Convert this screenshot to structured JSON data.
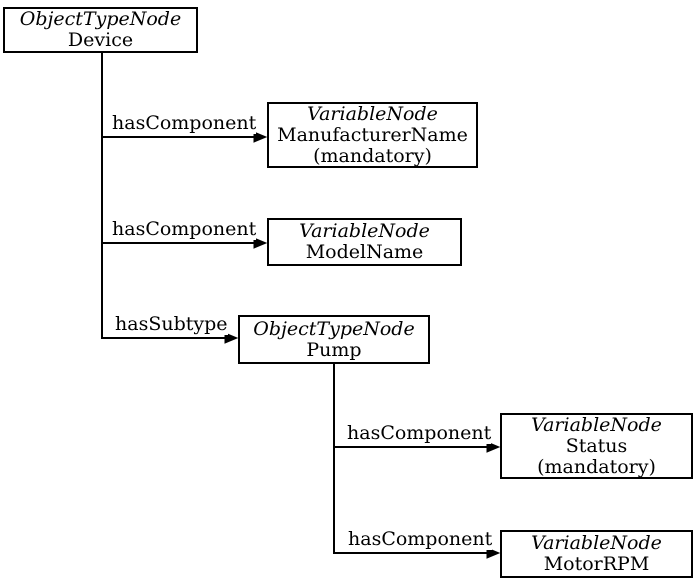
{
  "diagram": {
    "background_color": "#ffffff",
    "line_color": "#000000",
    "text_color": "#000000",
    "nodes": [
      {
        "id": "device",
        "type_label": "ObjectTypeNode",
        "name": "Device",
        "annotation": ""
      },
      {
        "id": "manufacturer-name",
        "type_label": "VariableNode",
        "name": "ManufacturerName",
        "annotation": "(mandatory)"
      },
      {
        "id": "model-name",
        "type_label": "VariableNode",
        "name": "ModelName",
        "annotation": ""
      },
      {
        "id": "pump",
        "type_label": "ObjectTypeNode",
        "name": "Pump",
        "annotation": ""
      },
      {
        "id": "status",
        "type_label": "VariableNode",
        "name": "Status",
        "annotation": "(mandatory)"
      },
      {
        "id": "motor-rpm",
        "type_label": "VariableNode",
        "name": "MotorRPM",
        "annotation": ""
      }
    ],
    "edges": [
      {
        "from": "device",
        "to": "manufacturer-name",
        "label": "hasComponent"
      },
      {
        "from": "device",
        "to": "model-name",
        "label": "hasComponent"
      },
      {
        "from": "device",
        "to": "pump",
        "label": "hasSubtype"
      },
      {
        "from": "pump",
        "to": "status",
        "label": "hasComponent"
      },
      {
        "from": "pump",
        "to": "motor-rpm",
        "label": "hasComponent"
      }
    ]
  }
}
